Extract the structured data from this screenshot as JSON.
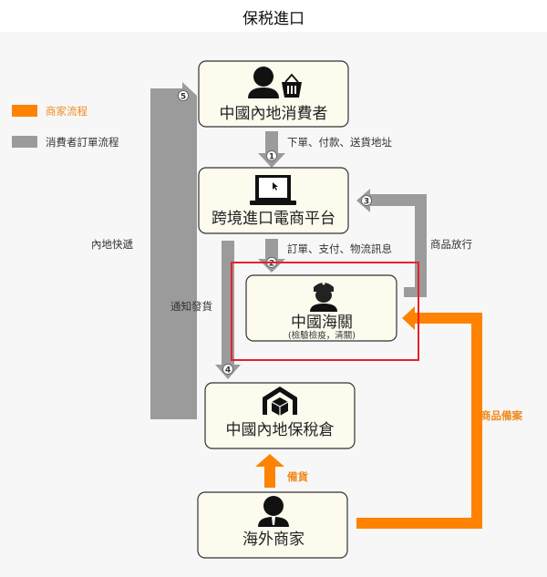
{
  "title": "保税進口",
  "legend": [
    {
      "label": "商家流程",
      "color": "#ff8200"
    },
    {
      "label": "消費者訂單流程",
      "color": "#9b9b9b"
    }
  ],
  "nodes": {
    "consumer": {
      "title": "中國內地消費者",
      "icon": "person-basket-icon"
    },
    "platform": {
      "title": "跨境進口電商平台",
      "icon": "laptop-icon"
    },
    "customs": {
      "title": "中國海關",
      "subtitle": "(檢驗檢疫，清關)",
      "icon": "officer-icon"
    },
    "warehouse": {
      "title": "中國內地保稅倉",
      "icon": "warehouse-icon"
    },
    "merchant": {
      "title": "海外商家",
      "icon": "businessman-icon"
    }
  },
  "edges": {
    "step1": {
      "num": "1",
      "label": "下單、付款、送貨地址"
    },
    "step2": {
      "num": "2",
      "label": "訂單、支付、物流訊息"
    },
    "step3": {
      "num": "3",
      "label": "商品放行"
    },
    "step4": {
      "num": "4",
      "label": "通知發貨"
    },
    "step5": {
      "num": "5",
      "label": "內地快遞"
    },
    "filing": {
      "label": "商品備案"
    },
    "stocking": {
      "label": "備貨"
    }
  },
  "highlight_color": "#e8202a"
}
